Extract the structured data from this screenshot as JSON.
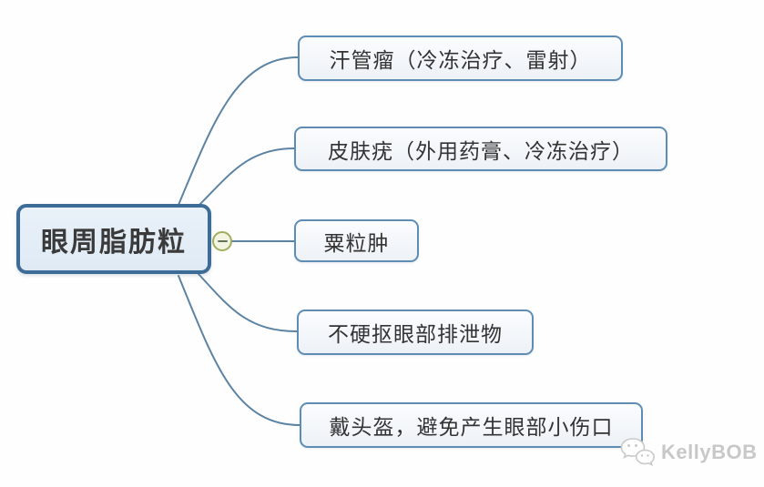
{
  "diagram": {
    "type": "mindmap",
    "root": {
      "label": "眼周脂肪粒"
    },
    "toggle": {
      "icon": "minus-icon",
      "state": "expanded"
    },
    "branches": [
      {
        "label": "汗管瘤（冷冻治疗、雷射）"
      },
      {
        "label": "皮肤疣（外用药膏、冷冻治疗）"
      },
      {
        "label": "粟粒肿"
      },
      {
        "label": "不硬抠眼部排泄物"
      },
      {
        "label": "戴头盔，避免产生眼部小伤口"
      }
    ]
  },
  "watermark": {
    "label": "KellyBOB",
    "icon": "wechat-icon"
  },
  "colors": {
    "background": "#fefefe",
    "connector_line": "#5d83a3",
    "root_border": "#3d6d97",
    "root_fill": "#e3edf7",
    "branch_border": "#5e8cb3",
    "branch_fill": "#f2f6fa",
    "toggle_border": "#a0ad5c",
    "toggle_fill": "#f3f5e2",
    "text": "#333333",
    "watermark_text": "#c8c8c8"
  }
}
